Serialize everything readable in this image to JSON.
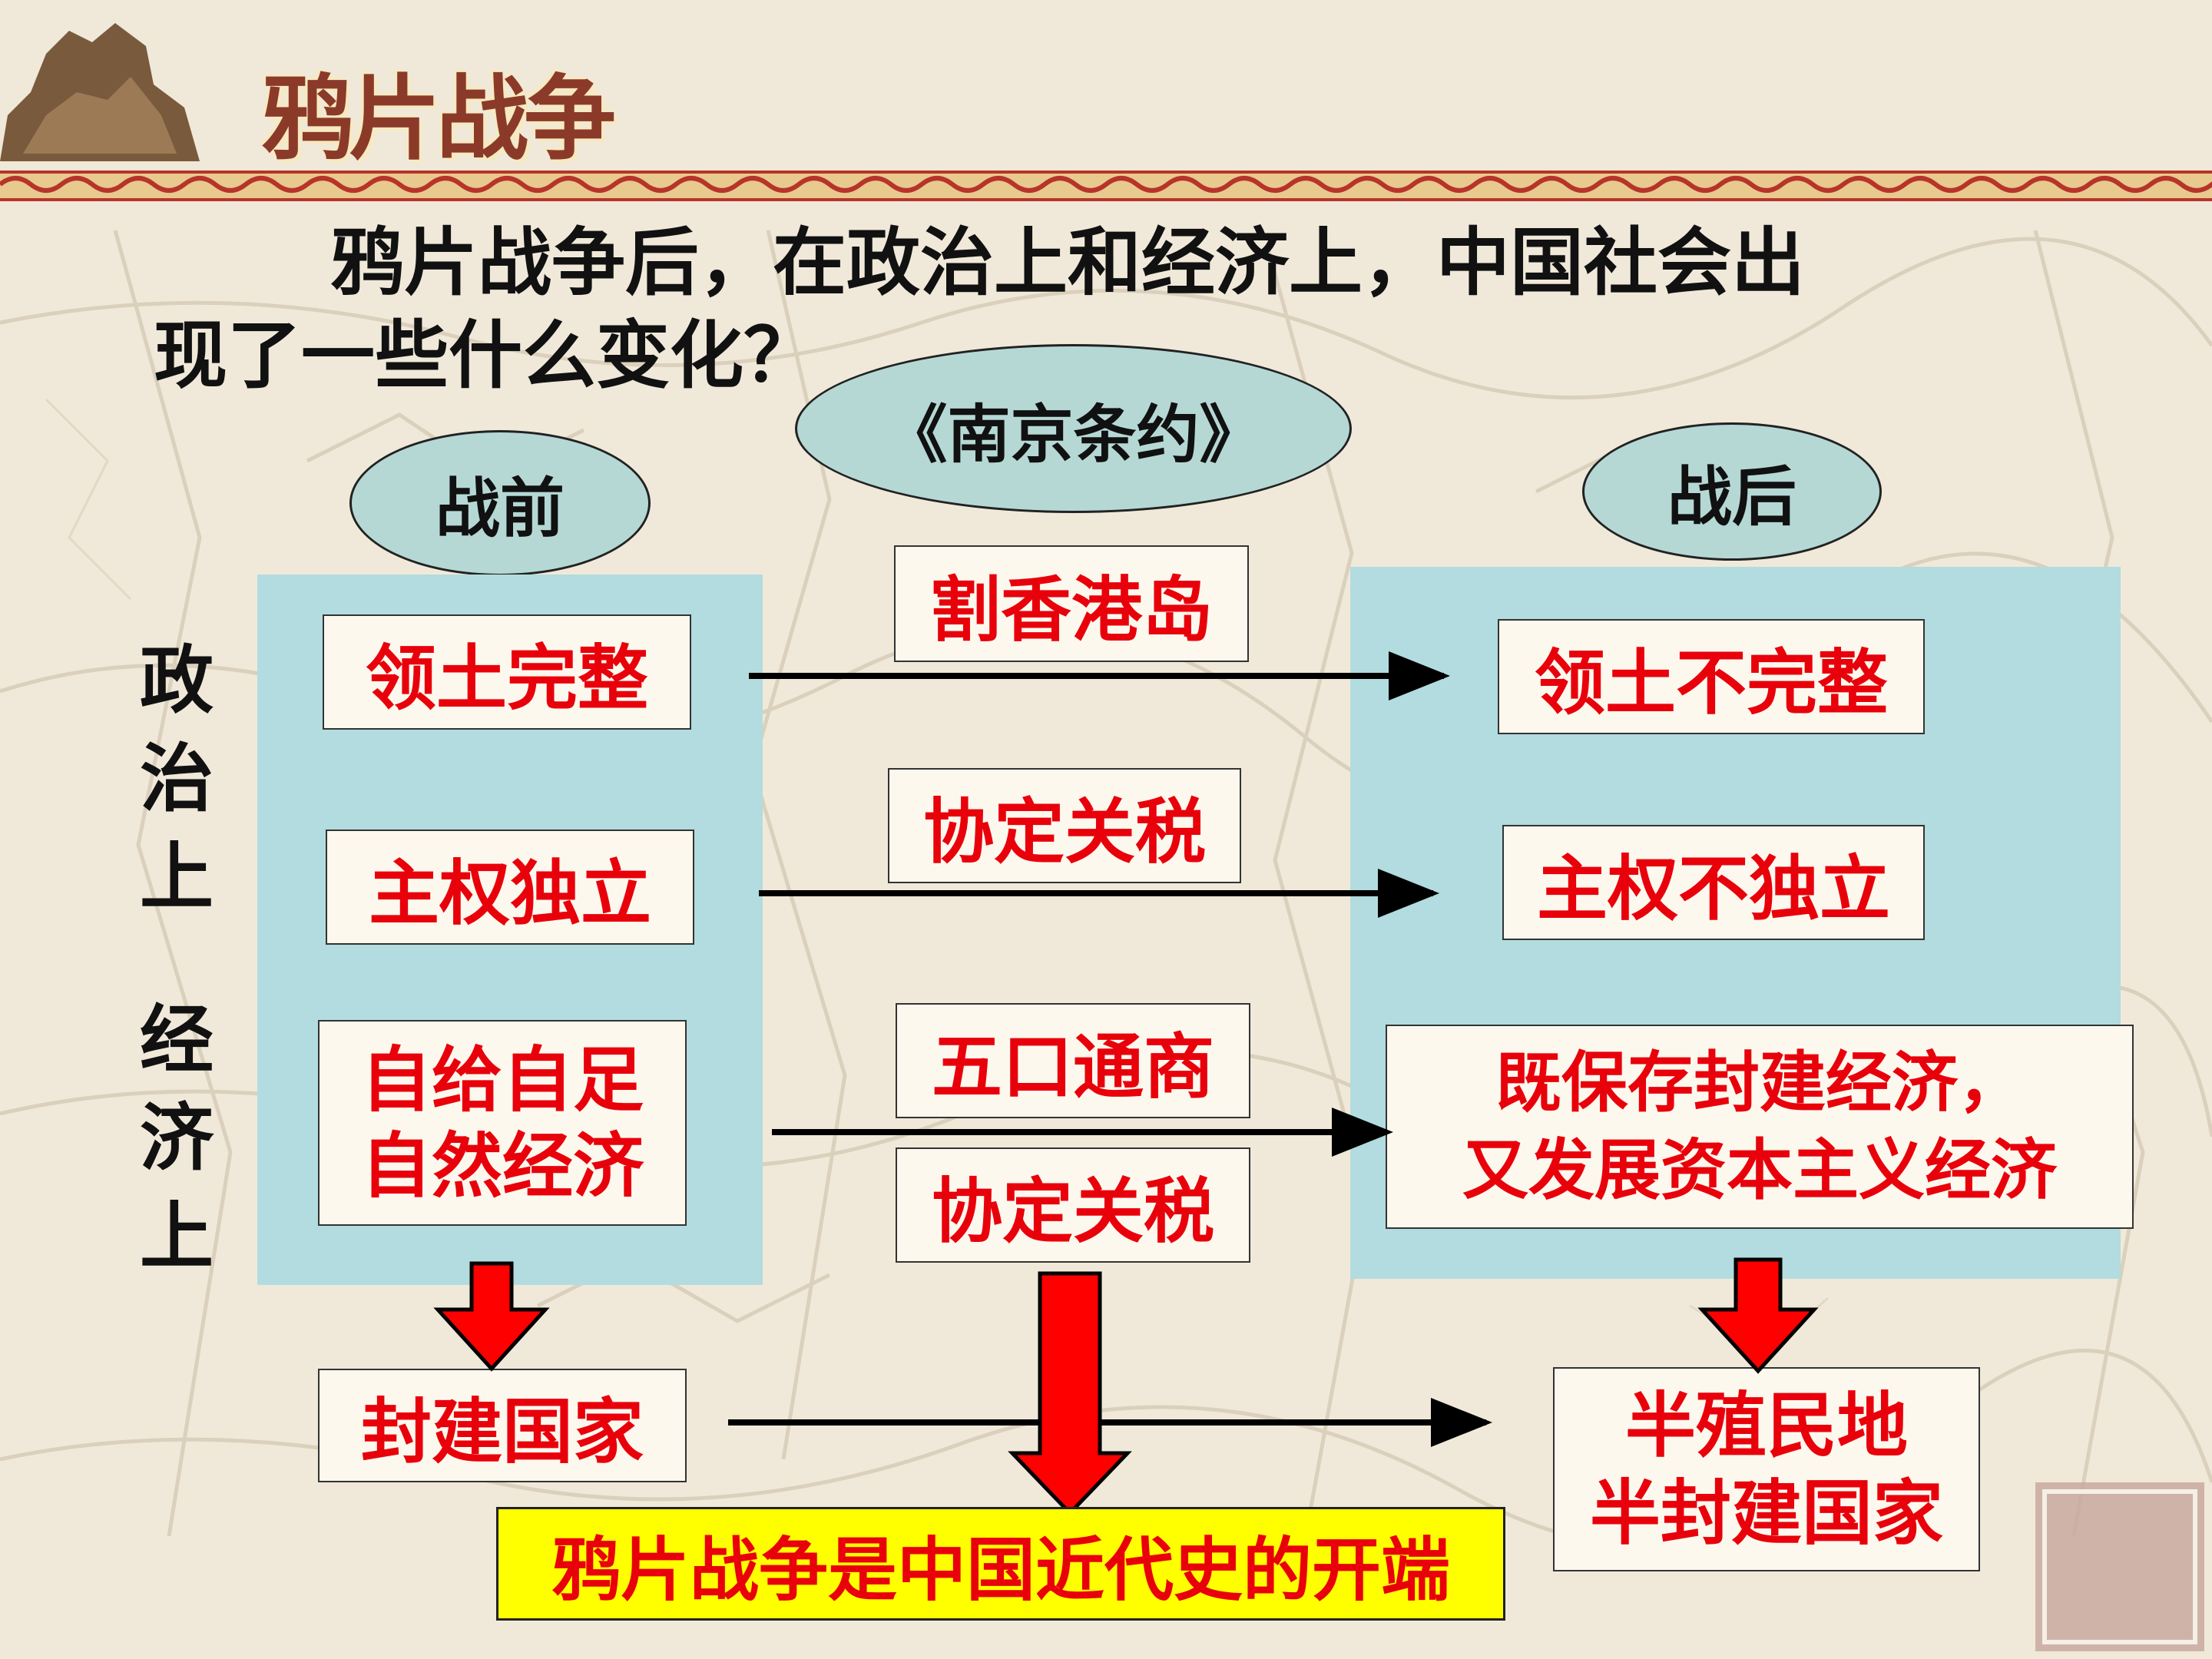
{
  "header": {
    "title": "鸦片战争"
  },
  "question": {
    "line1": "鸦片战争后，在政治上和经济上，中国社会出",
    "line2": "现了一些什么变化？"
  },
  "ellipses": {
    "treaty": "《南京条约》",
    "before": "战前",
    "after": "战后"
  },
  "side_labels": {
    "politics": [
      "政",
      "治",
      "上"
    ],
    "economy": [
      "经",
      "济",
      "上"
    ]
  },
  "before": {
    "territory": "领土完整",
    "sovereignty": "主权独立",
    "economy": [
      "自给自足",
      "自然经济"
    ],
    "state": "封建国家"
  },
  "treaty_terms": {
    "hongkong": "割香港岛",
    "tariff1": "协定关税",
    "ports": "五口通商",
    "tariff2": "协定关税"
  },
  "after": {
    "territory": "领土不完整",
    "sovereignty": "主权不独立",
    "economy": [
      "既保存封建经济，",
      "又发展资本主义经济"
    ],
    "state": [
      "半殖民地",
      "半封建国家"
    ]
  },
  "conclusion": "鸦片战争是中国近代史的开端",
  "colors": {
    "accent_red": "#e8000b",
    "panel": "#b2dcdf",
    "ellipse": "#b5d8d5",
    "conclusion_bg": "#ffff00"
  }
}
